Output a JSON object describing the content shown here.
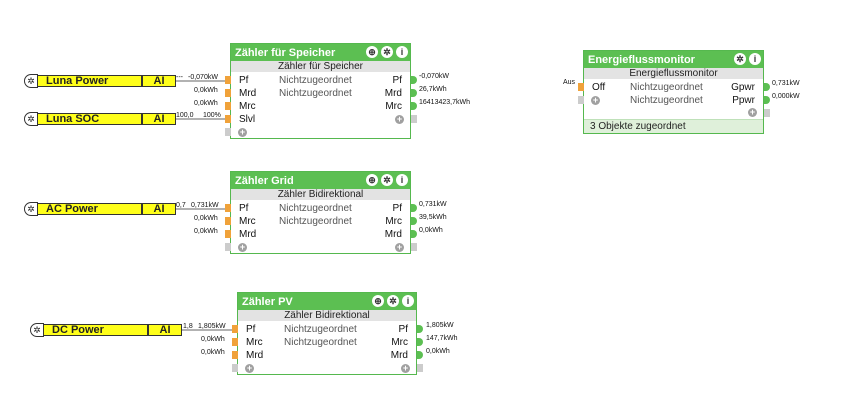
{
  "inputs": [
    {
      "name": "Luna Power",
      "tag": "AI",
      "value": "-0,070kW",
      "prefix": "---"
    },
    {
      "name": "Luna SOC",
      "tag": "AI",
      "value": "100%",
      "prefix": "100,0"
    },
    {
      "name": "AC Power",
      "tag": "AI",
      "value": "0,731kW",
      "prefix": "0,7"
    },
    {
      "name": "DC Power",
      "tag": "AI",
      "value": "1,805kW",
      "prefix": "1,8"
    }
  ],
  "speicher": {
    "title": "Zähler für Speicher",
    "subtitle": "Zähler für Speicher",
    "in": [
      {
        "label": "Pf",
        "value": ""
      },
      {
        "label": "Mrd",
        "value": "0,0kWh"
      },
      {
        "label": "Mrc",
        "value": "0,0kWh"
      },
      {
        "label": "Slvl",
        "value": ""
      }
    ],
    "out": [
      {
        "label": "Pf",
        "value": "-0,070kW"
      },
      {
        "label": "Mrd",
        "value": "26,7kWh"
      },
      {
        "label": "Mrc",
        "value": "16413423,7kWh"
      }
    ],
    "mid": [
      "Nichtzugeordnet",
      "Nichtzugeordnet"
    ]
  },
  "grid": {
    "title": "Zähler Grid",
    "subtitle": "Zähler Bidirektional",
    "in": [
      {
        "label": "Pf",
        "value": ""
      },
      {
        "label": "Mrc",
        "value": "0,0kWh"
      },
      {
        "label": "Mrd",
        "value": "0,0kWh"
      }
    ],
    "out": [
      {
        "label": "Pf",
        "value": "0,731kW"
      },
      {
        "label": "Mrc",
        "value": "39,5kWh"
      },
      {
        "label": "Mrd",
        "value": "0,0kWh"
      }
    ],
    "mid": [
      "Nichtzugeordnet",
      "Nichtzugeordnet"
    ]
  },
  "pv": {
    "title": "Zähler PV",
    "subtitle": "Zähler Bidirektional",
    "in": [
      {
        "label": "Pf",
        "value": ""
      },
      {
        "label": "Mrc",
        "value": "0,0kWh"
      },
      {
        "label": "Mrd",
        "value": "0,0kWh"
      }
    ],
    "out": [
      {
        "label": "Pf",
        "value": "1,805kW"
      },
      {
        "label": "Mrc",
        "value": "147,7kWh"
      },
      {
        "label": "Mrd",
        "value": "0,0kWh"
      }
    ],
    "mid": [
      "Nichtzugeordnet",
      "Nichtzugeordnet"
    ]
  },
  "monitor": {
    "title": "Energieflussmonitor",
    "subtitle": "Energieflussmonitor",
    "in_value": "Aus",
    "in_label": "Off",
    "mid": [
      "Nichtzugeordnet",
      "Nichtzugeordnet"
    ],
    "out": [
      {
        "label": "Gpwr",
        "value": "0,731kW"
      },
      {
        "label": "Ppwr",
        "value": "0,000kW"
      }
    ],
    "footer": "3 Objekte zugeordnet"
  },
  "icons": {
    "gear": "gear-icon",
    "info": "info-icon",
    "connector": "connector-icon",
    "add": "plus-icon"
  },
  "colors": {
    "header": "#5cbf52",
    "input_tag": "#ffff1a",
    "input_pin": "#f0a23a",
    "output_pin": "#5cbf52"
  }
}
